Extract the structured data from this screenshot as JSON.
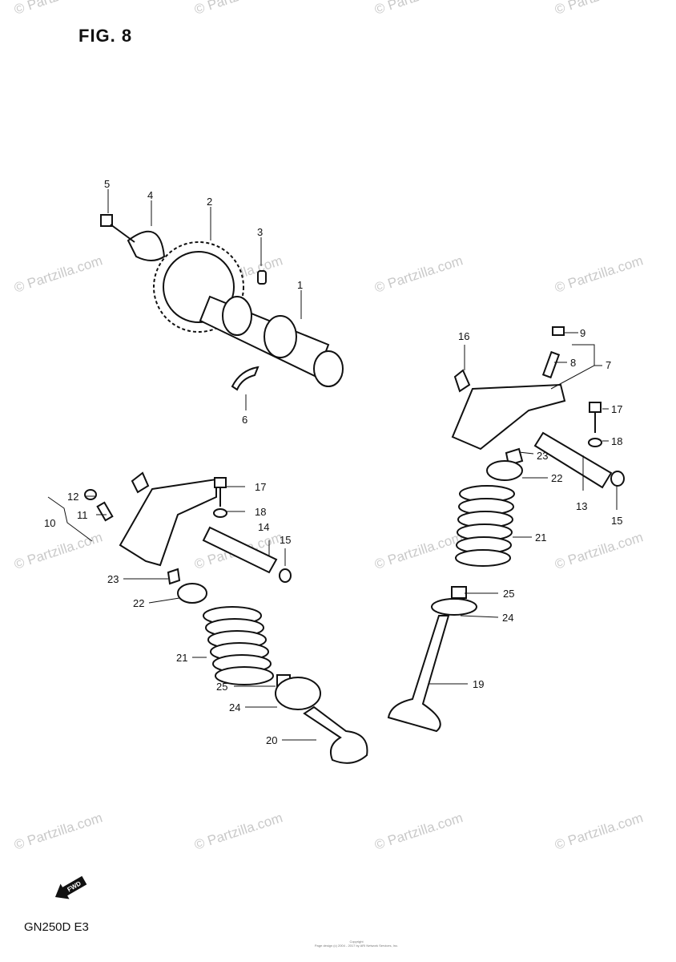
{
  "figure": {
    "title": "FIG. 8",
    "model_code": "GN250D  E3",
    "copyright_lines": [
      "Copyright",
      "Page design (c) 2004 - 2017 by ARI Network Services, Inc."
    ],
    "fwd_label": "FWD"
  },
  "watermark": {
    "text": "© Partzilla.com",
    "color": "#c9c9c9"
  },
  "callouts": [
    "1",
    "2",
    "3",
    "4",
    "5",
    "6",
    "7",
    "8",
    "9",
    "10",
    "11",
    "12",
    "13",
    "14",
    "15",
    "16",
    "17",
    "18",
    "19",
    "20",
    "21",
    "22",
    "23",
    "24",
    "25"
  ]
}
